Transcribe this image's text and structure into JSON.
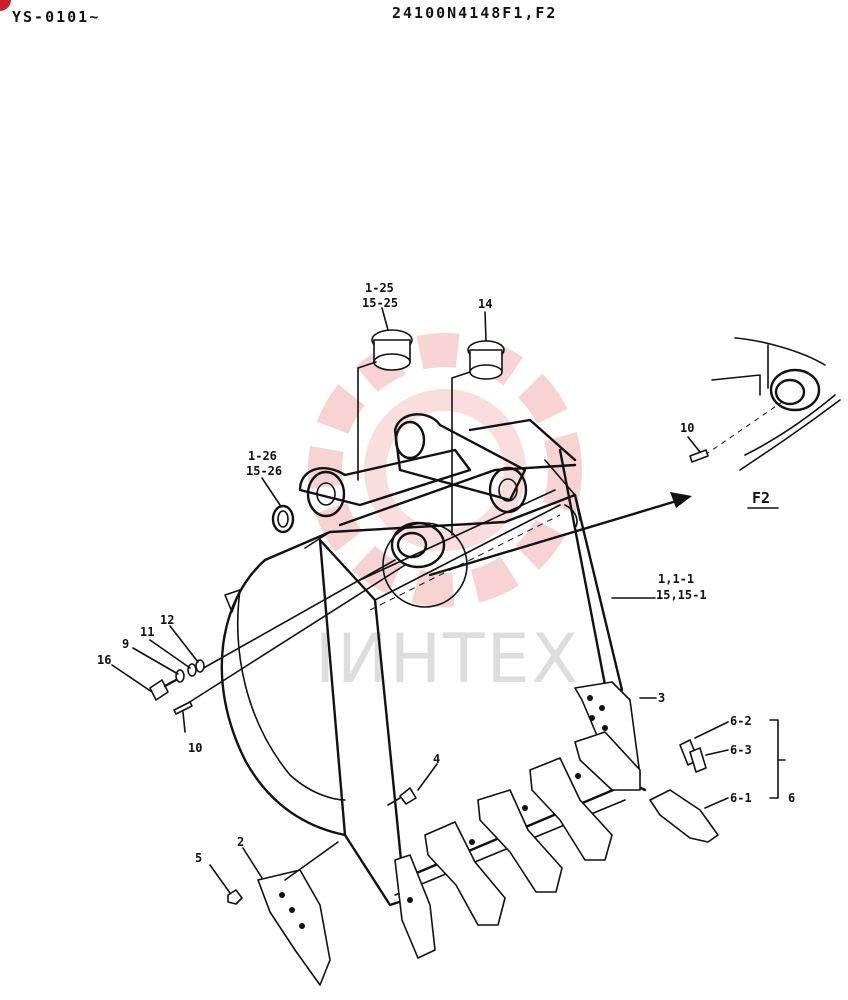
{
  "header": {
    "serial_range": "YS-0101~",
    "drawing_number": "24100N4148F1,F2"
  },
  "watermark": {
    "text": "IИHTEX",
    "color": "#f2a0a0"
  },
  "colors": {
    "badge": "#d0202c",
    "ink": "#111111"
  },
  "view_label": "F2",
  "callouts": {
    "pin_bushing_upper_left": [
      "1-25",
      "15-25"
    ],
    "bushing_upper_right": "14",
    "ring_left": [
      "1-26",
      "15-26"
    ],
    "bucket_body": [
      "1,1-1",
      "15,15-1"
    ],
    "side_cutter_right": "3",
    "tooth_pin": "6-2",
    "tooth_lock": "6-3",
    "tooth_point": "6-1",
    "tooth_assembly": "6",
    "pin_f2": "10",
    "pin_left": "10",
    "bolt": "16",
    "washer_9": "9",
    "washer_11": "11",
    "ring_12": "12",
    "bolt_small": "4",
    "nut": "5",
    "side_cutter_left": "2"
  }
}
